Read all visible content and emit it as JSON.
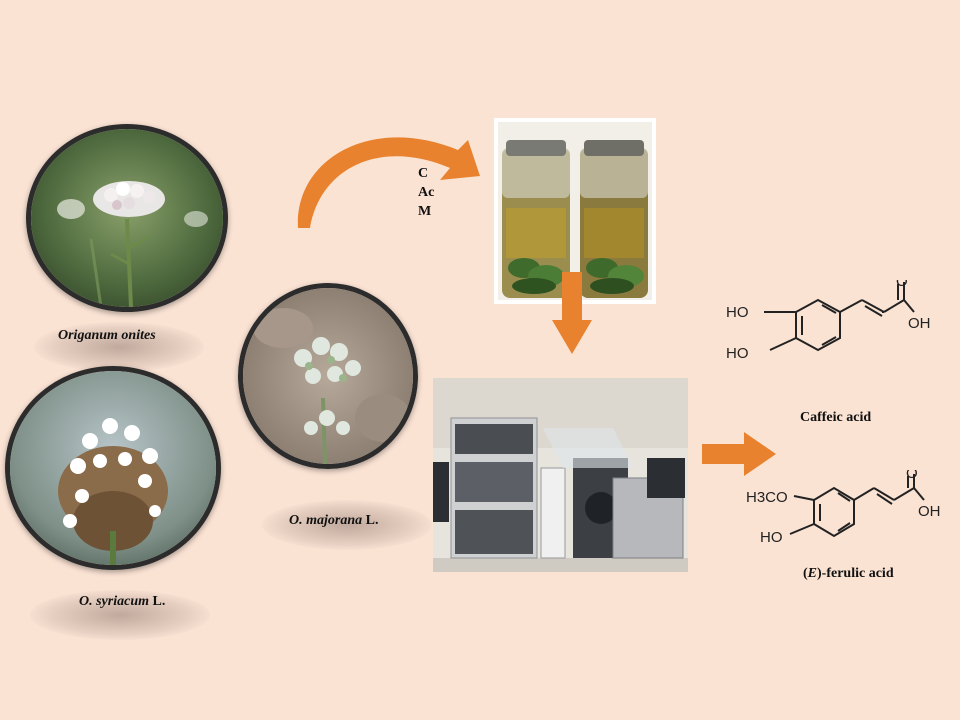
{
  "plants": [
    {
      "id": "onites",
      "label_italic": "Origanum onites",
      "label_plain": ""
    },
    {
      "id": "syriacum",
      "label_italic": "O. syriacum",
      "label_plain": " L."
    },
    {
      "id": "majorana",
      "label_italic": "O. majorana",
      "label_plain": " L."
    }
  ],
  "solvents": [
    "C",
    "Ac",
    "M"
  ],
  "compounds": [
    {
      "name": "Caffeic acid",
      "atoms": {
        "ho1": "HO",
        "ho2": "HO",
        "oh": "OH",
        "o": "O"
      }
    },
    {
      "name_prefix": "(",
      "name_italic": "E",
      "name_rest": ")-ferulic acid",
      "atoms": {
        "h3co": "H3CO",
        "ho": "HO",
        "oh": "OH",
        "o": "O"
      }
    }
  ],
  "colors": {
    "background": "#fbe3d4",
    "arrow": "#e8822e",
    "circle_border": "#2c2c2c"
  },
  "icons": [
    "curved-arrow-icon",
    "down-arrow-icon",
    "right-arrow-icon"
  ]
}
